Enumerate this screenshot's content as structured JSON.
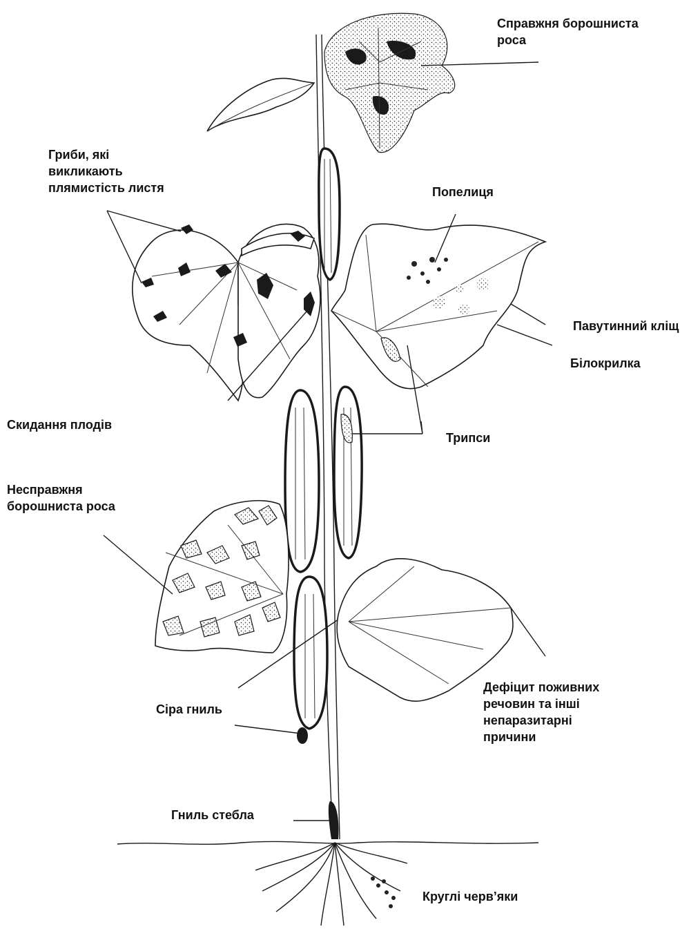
{
  "labels": {
    "true_powdery_mildew": "Справжня борошниста\nроса",
    "leaf_spot_fungi": "Гриби, які\nвикликають\nплямистість листя",
    "aphids": "Попелиця",
    "spider_mite": "Павутинний кліщ",
    "whitefly": "Білокрилка",
    "fruit_drop": "Скидання плодів",
    "thrips": "Трипси",
    "downy_mildew": "Несправжня\nборошниста роса",
    "gray_mold": "Сіра гниль",
    "nutrient_deficiency": "Дефіцит поживних\nречовин та інші\nнепаразитарні\nпричини",
    "stem_rot": "Гниль стебла",
    "nematodes": "Круглі черв’яки"
  }
}
